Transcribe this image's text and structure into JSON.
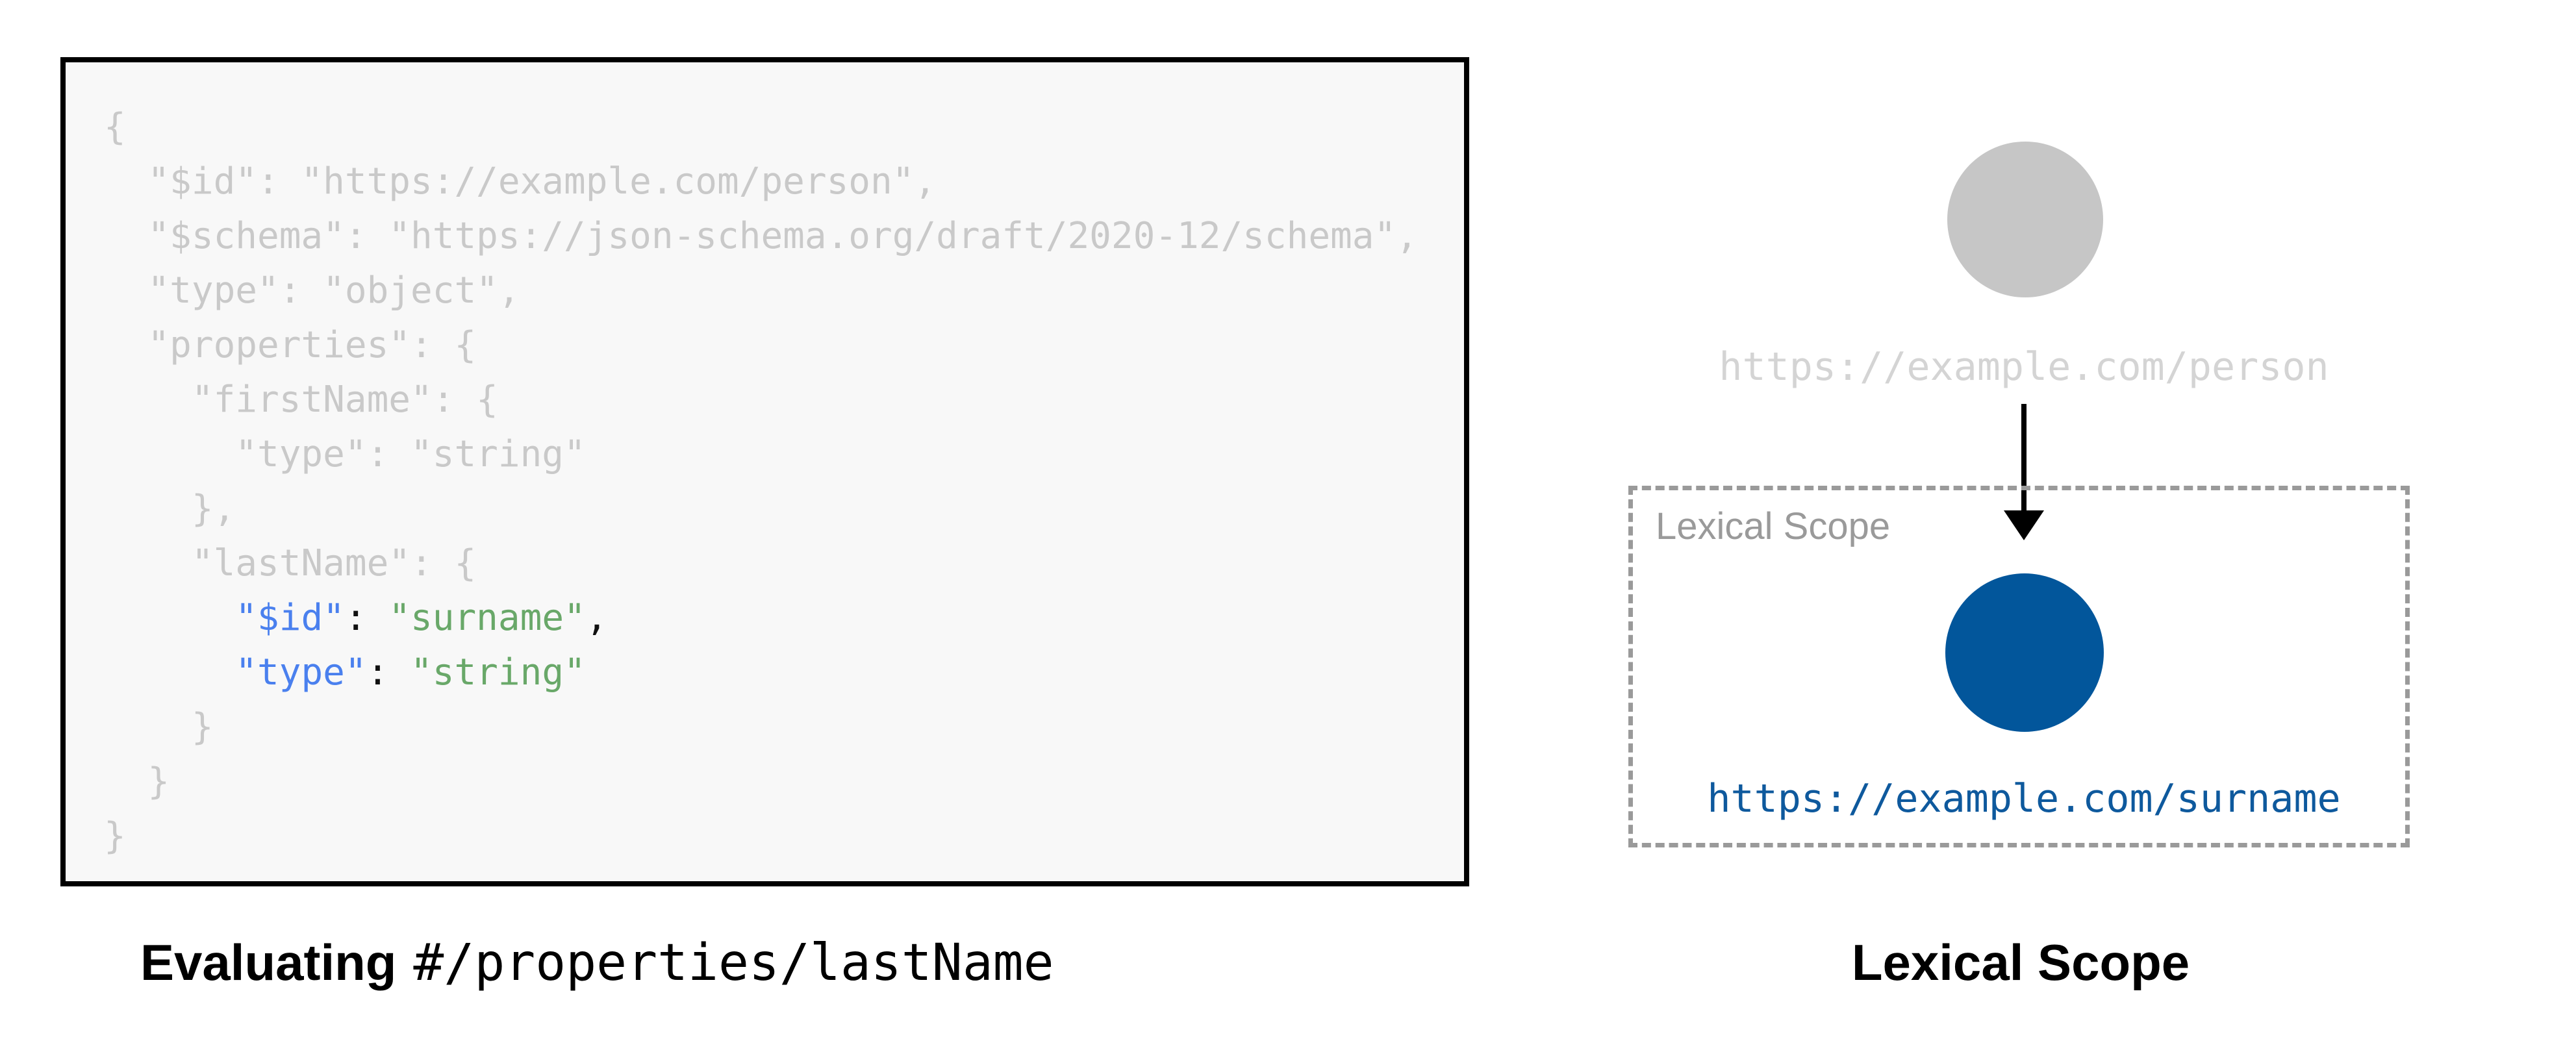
{
  "left_panel": {
    "code": {
      "lines": [
        [
          {
            "text": "{",
            "style": "gray"
          }
        ],
        [
          {
            "text": "  \"$id\": \"https://example.com/person\",",
            "style": "gray"
          }
        ],
        [
          {
            "text": "  \"$schema\": \"https://json-schema.org/draft/2020-12/schema\",",
            "style": "gray"
          }
        ],
        [
          {
            "text": "  \"type\": \"object\",",
            "style": "gray"
          }
        ],
        [
          {
            "text": "  \"properties\": {",
            "style": "gray"
          }
        ],
        [
          {
            "text": "    \"firstName\": {",
            "style": "gray"
          }
        ],
        [
          {
            "text": "      \"type\": \"string\"",
            "style": "gray"
          }
        ],
        [
          {
            "text": "    },",
            "style": "gray"
          }
        ],
        [
          {
            "text": "    \"lastName\": {",
            "style": "gray"
          }
        ],
        [
          {
            "text": "      ",
            "style": "gray"
          },
          {
            "text": "\"$id\"",
            "style": "key"
          },
          {
            "text": ": ",
            "style": "punct"
          },
          {
            "text": "\"surname\"",
            "style": "value"
          },
          {
            "text": ",",
            "style": "punct"
          }
        ],
        [
          {
            "text": "      ",
            "style": "gray"
          },
          {
            "text": "\"type\"",
            "style": "key"
          },
          {
            "text": ": ",
            "style": "punct"
          },
          {
            "text": "\"string\"",
            "style": "value"
          }
        ],
        [
          {
            "text": "    }",
            "style": "gray"
          }
        ],
        [
          {
            "text": "  }",
            "style": "gray"
          }
        ],
        [
          {
            "text": "}",
            "style": "gray"
          }
        ]
      ]
    },
    "caption": {
      "prefix": "Evaluating",
      "pointer": "#/properties/lastName"
    }
  },
  "right_panel": {
    "parent_node": {
      "label": "https://example.com/person"
    },
    "scope_box": {
      "label": "Lexical Scope"
    },
    "child_node": {
      "label": "https://example.com/surname"
    },
    "caption": "Lexical Scope"
  },
  "colors": {
    "code_gray": "#c9c9c9",
    "key_blue": "#4a80ee",
    "value_green": "#69a869",
    "node_gray": "#c6c6c6",
    "parent_label_gray": "#d4d4d4",
    "scope_gray": "#9a9a9a",
    "node_blue": "#02569b",
    "url_blue": "#0e599d"
  }
}
